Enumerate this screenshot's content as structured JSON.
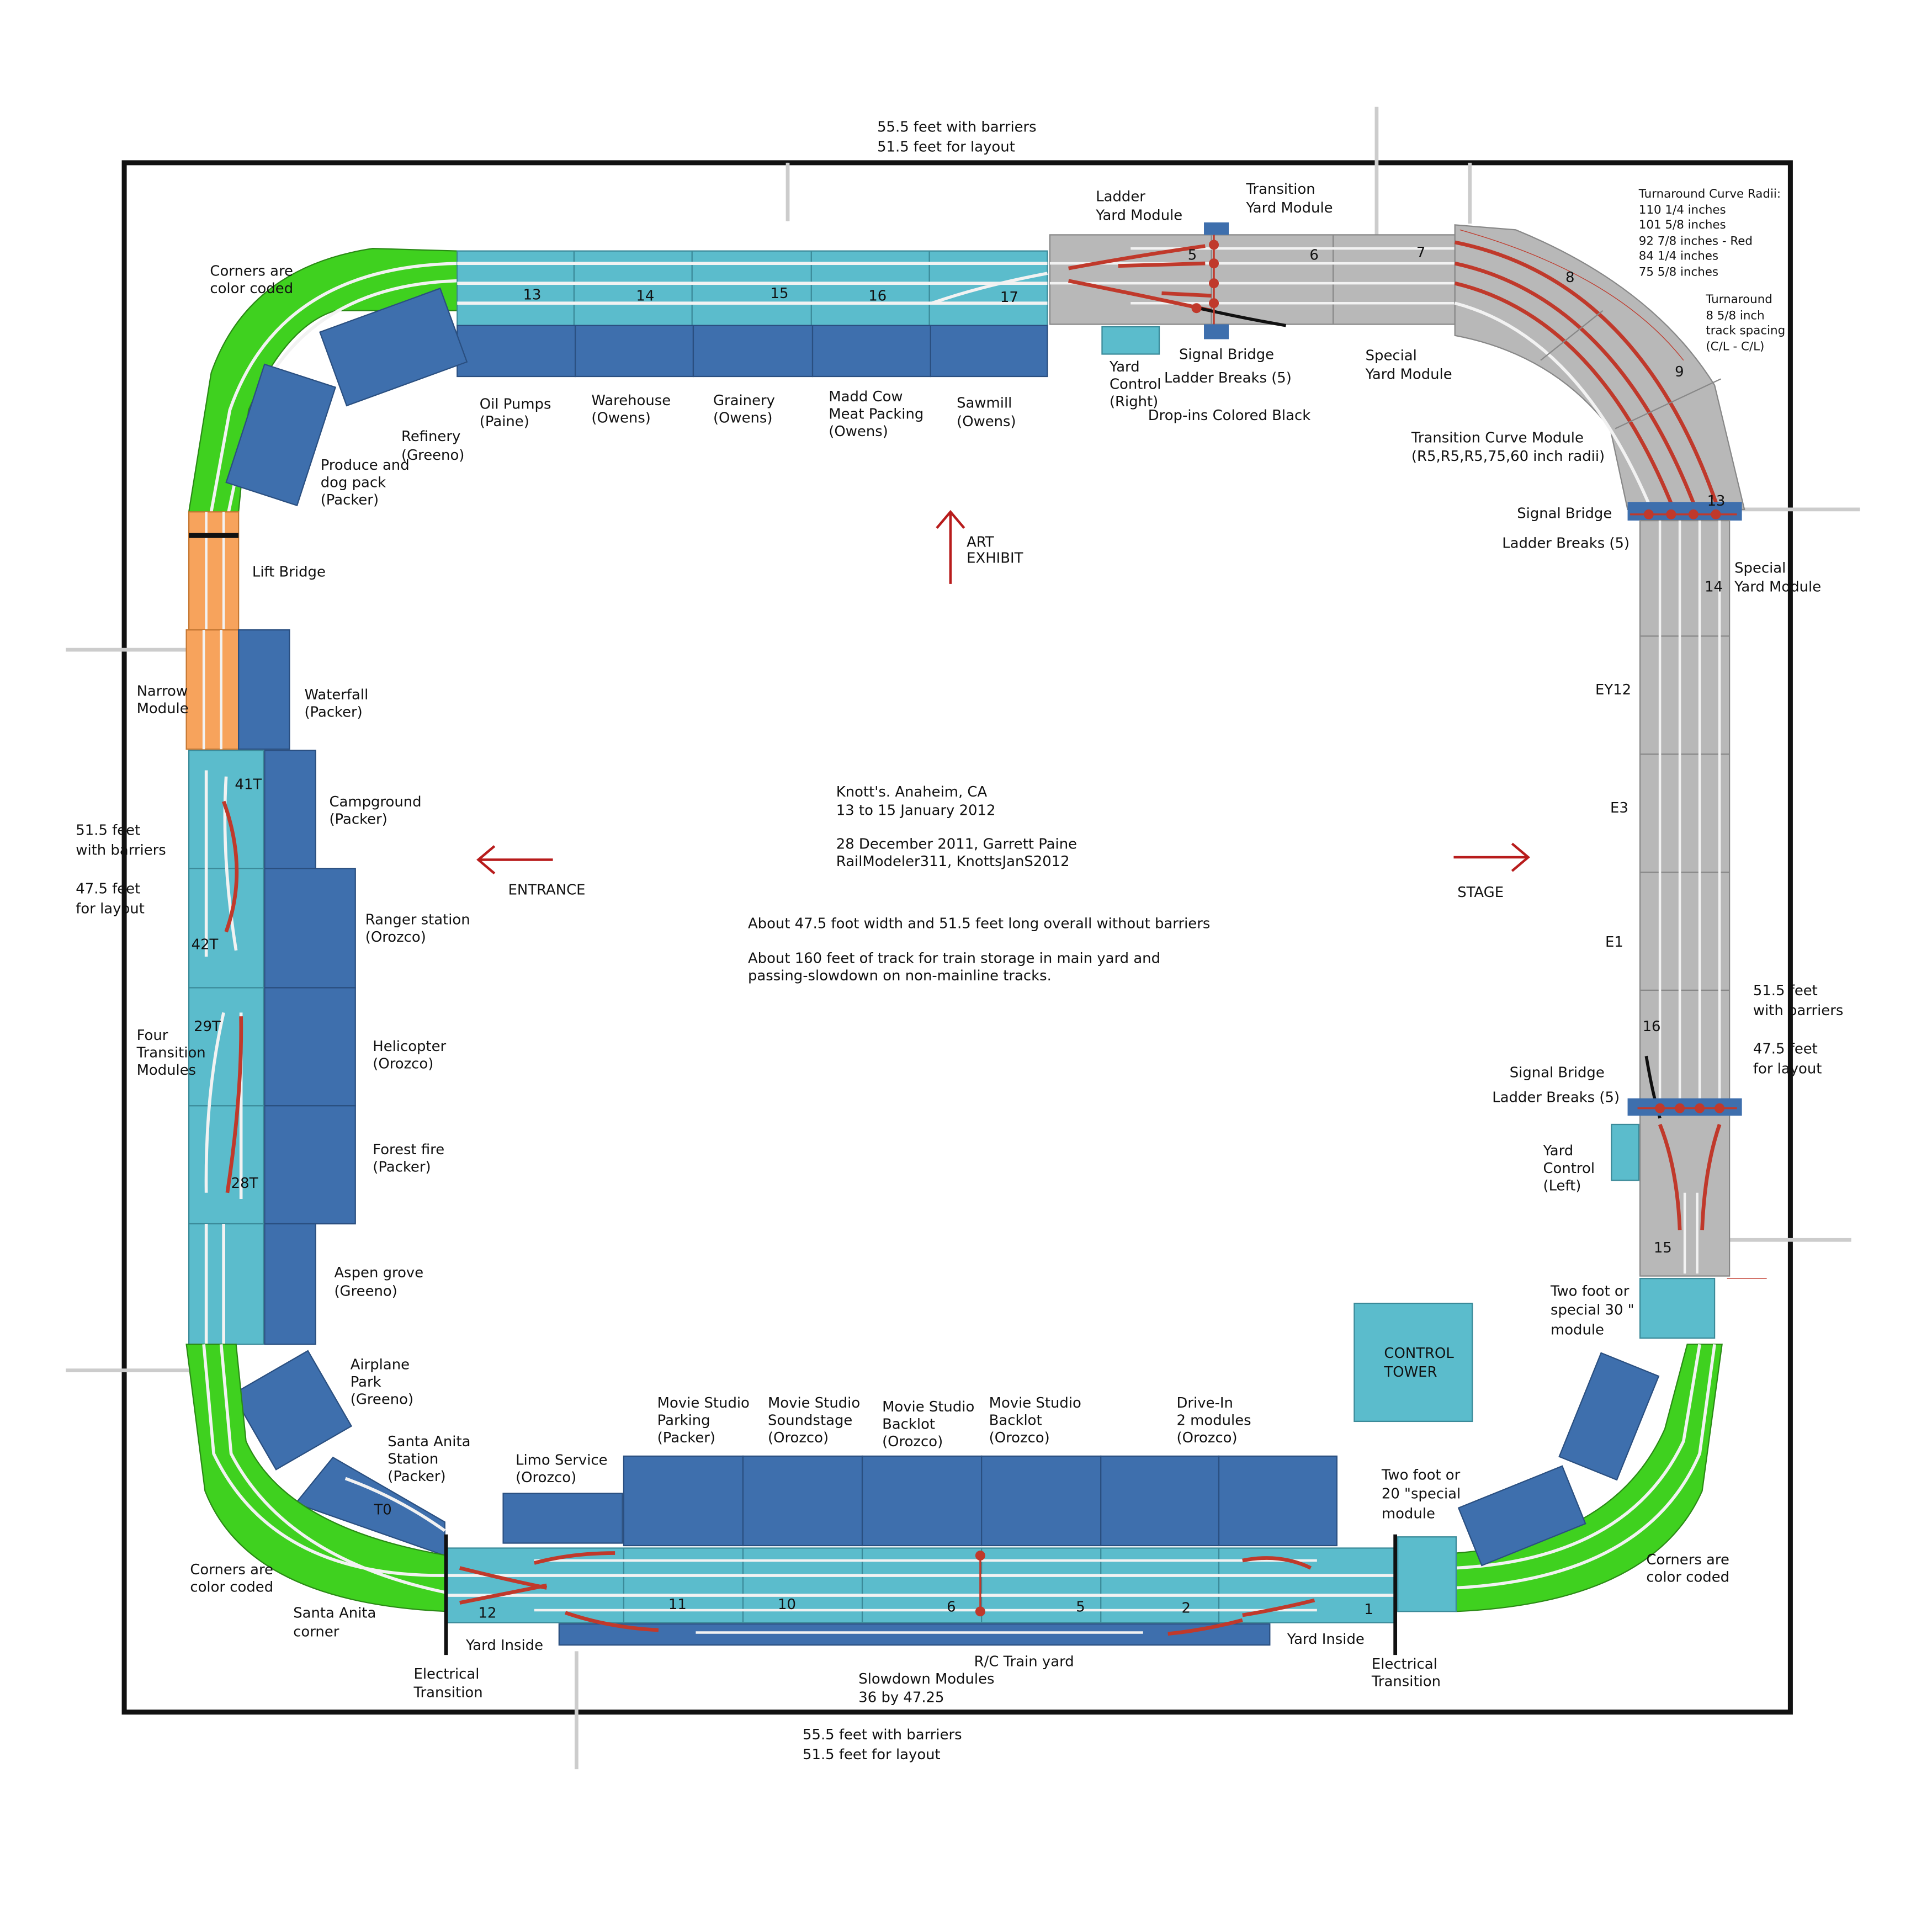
{
  "colors": {
    "bench_blue": "#3e6fad",
    "module_cyan": "#5bbccc",
    "corner_green": "#3fd11f",
    "lift_orange": "#f7a35c",
    "yard_gray": "#b8b8b8",
    "turnout_red": "#c0392b",
    "arrow_red": "#b81c1c",
    "frame_black": "#111111",
    "rail_white": "#f2f2f2"
  },
  "dimensions": {
    "top_1": "55.5 feet with barriers",
    "top_2": "51.5 feet for layout",
    "bottom_1": "55.5 feet with barriers",
    "bottom_2": "51.5 feet for layout",
    "left_1": "51.5 feet",
    "left_2": "with barriers",
    "left_3": "47.5 feet",
    "left_4": "for layout",
    "right_1": "51.5 feet",
    "right_2": "with barriers",
    "right_3": "47.5 feet",
    "right_4": "for layout"
  },
  "center_info": {
    "venue_1": "Knott's. Anaheim, CA",
    "venue_2": "13 to 15 January 2012",
    "author_1": "28 December 2011, Garrett Paine",
    "author_2": "RailModeler311, KnottsJanS2012",
    "note_1": "About 47.5 foot width and 51.5 feet long overall without barriers",
    "note_2": "About 160 feet of track for train storage in main yard and",
    "note_3": "passing-slowdown on non-mainline tracks."
  },
  "directions": {
    "art_1": "ART",
    "art_2": "EXHIBIT",
    "entrance": "ENTRANCE",
    "stage": "STAGE"
  },
  "turnaround": {
    "title": "Turnaround Curve Radii:",
    "r1": "110 1/4 inches",
    "r2": "101 5/8 inches",
    "r3": "92 7/8 inches - Red",
    "r4": "84 1/4 inches",
    "r5": "75 5/8 inches",
    "spacing_1": "Turnaround",
    "spacing_2": "8 5/8 inch",
    "spacing_3": "track spacing",
    "spacing_4": "(C/L - C/L)"
  },
  "labels": {
    "corners_tl_1": "Corners are",
    "corners_tl_2": "color coded",
    "corners_bl_1": "Corners are",
    "corners_bl_2": "color coded",
    "corners_br_1": "Corners are",
    "corners_br_2": "color coded",
    "lift_bridge": "Lift Bridge",
    "narrow_1": "Narrow",
    "narrow_2": "Module",
    "four_1": "Four",
    "four_2": "Transition",
    "four_3": "Modules",
    "ladder_1": "Ladder",
    "ladder_2": "Yard Module",
    "transition_yard_1": "Transition",
    "transition_yard_2": "Yard Module",
    "yard_control_r_1": "Yard",
    "yard_control_r_2": "Control",
    "yard_control_r_3": "(Right)",
    "signal_bridge_top": "Signal Bridge",
    "ladder_breaks_top": "Ladder Breaks (5)",
    "dropins": "Drop-ins Colored Black",
    "special_yard_top_1": "Special",
    "special_yard_top_2": "Yard Module",
    "transition_curve_1": "Transition Curve Module",
    "transition_curve_2": "(R5,R5,R5,75,60 inch radii)",
    "signal_bridge_r": "Signal Bridge",
    "ladder_breaks_r": "Ladder Breaks (5)",
    "special_yard_r_1": "Special",
    "special_yard_r_2": "Yard Module",
    "signal_bridge_r2": "Signal Bridge",
    "ladder_breaks_r2": "Ladder Breaks (5)",
    "yard_control_l_1": "Yard",
    "yard_control_l_2": "Control",
    "yard_control_l_3": "(Left)",
    "two_foot_30_1": "Two foot or",
    "two_foot_30_2": "special 30 \"",
    "two_foot_30_3": "module",
    "control_tower_1": "CONTROL",
    "control_tower_2": "TOWER",
    "two_foot_20_1": "Two foot or",
    "two_foot_20_2": "20 \"special",
    "two_foot_20_3": "module",
    "electrical_l_1": "Electrical",
    "electrical_l_2": "Transition",
    "electrical_r_1": "Electrical",
    "electrical_r_2": "Transition",
    "yard_inside_l": "Yard Inside",
    "yard_inside_r": "Yard Inside",
    "rc_yard": "R/C Train yard",
    "slowdown_1": "Slowdown Modules",
    "slowdown_2": "36 by 47.25",
    "santa_anita_corner_1": "Santa Anita",
    "santa_anita_corner_2": "corner"
  },
  "industries": {
    "oil_1": "Oil Pumps",
    "oil_2": "(Paine)",
    "warehouse_1": "Warehouse",
    "warehouse_2": "(Owens)",
    "grainery_1": "Grainery",
    "grainery_2": "(Owens)",
    "madd_1": "Madd Cow",
    "madd_2": "Meat Packing",
    "madd_3": "(Owens)",
    "sawmill_1": "Sawmill",
    "sawmill_2": "(Owens)",
    "refinery_1": "Refinery",
    "refinery_2": "(Greeno)",
    "produce_1": "Produce and",
    "produce_2": "dog pack",
    "produce_3": "(Packer)",
    "waterfall_1": "Waterfall",
    "waterfall_2": "(Packer)",
    "campground_1": "Campground",
    "campground_2": "(Packer)",
    "ranger_1": "Ranger station",
    "ranger_2": "(Orozco)",
    "helicopter_1": "Helicopter",
    "helicopter_2": "(Orozco)",
    "forest_1": "Forest fire",
    "forest_2": "(Packer)",
    "aspen_1": "Aspen grove",
    "aspen_2": "(Greeno)",
    "airplane_1": "Airplane",
    "airplane_2": "Park",
    "airplane_3": "(Greeno)",
    "santa_station_1": "Santa Anita",
    "santa_station_2": "Station",
    "santa_station_3": "(Packer)",
    "limo_1": "Limo Service",
    "limo_2": "(Orozco)",
    "ms_parking_1": "Movie Studio",
    "ms_parking_2": "Parking",
    "ms_parking_3": "(Packer)",
    "ms_sound_1": "Movie Studio",
    "ms_sound_2": "Soundstage",
    "ms_sound_3": "(Orozco)",
    "ms_backlot_a_1": "Movie Studio",
    "ms_backlot_a_2": "Backlot",
    "ms_backlot_a_3": "(Orozco)",
    "ms_backlot_b_1": "Movie Studio",
    "ms_backlot_b_2": "Backlot",
    "ms_backlot_b_3": "(Orozco)",
    "drivein_1": "Drive-In",
    "drivein_2": "2 modules",
    "drivein_3": "(Orozco)"
  },
  "module_numbers": {
    "top_13": "13",
    "top_14": "14",
    "top_15": "15",
    "top_16": "16",
    "top_17": "17",
    "top_5": "5",
    "top_6": "6",
    "top_7": "7",
    "curve_8": "8",
    "curve_9": "9",
    "curve_13": "13",
    "right_14": "14",
    "right_ey12": "EY12",
    "right_e3": "E3",
    "right_e1": "E1",
    "right_16": "16",
    "right_15": "15",
    "left_41t": "41T",
    "left_42t": "42T",
    "left_29t": "29T",
    "left_28t": "28T",
    "bot_t0": "T0",
    "bot_12": "12",
    "bot_11": "11",
    "bot_10": "10",
    "bot_6": "6",
    "bot_5": "5",
    "bot_2": "2",
    "bot_1": "1"
  }
}
